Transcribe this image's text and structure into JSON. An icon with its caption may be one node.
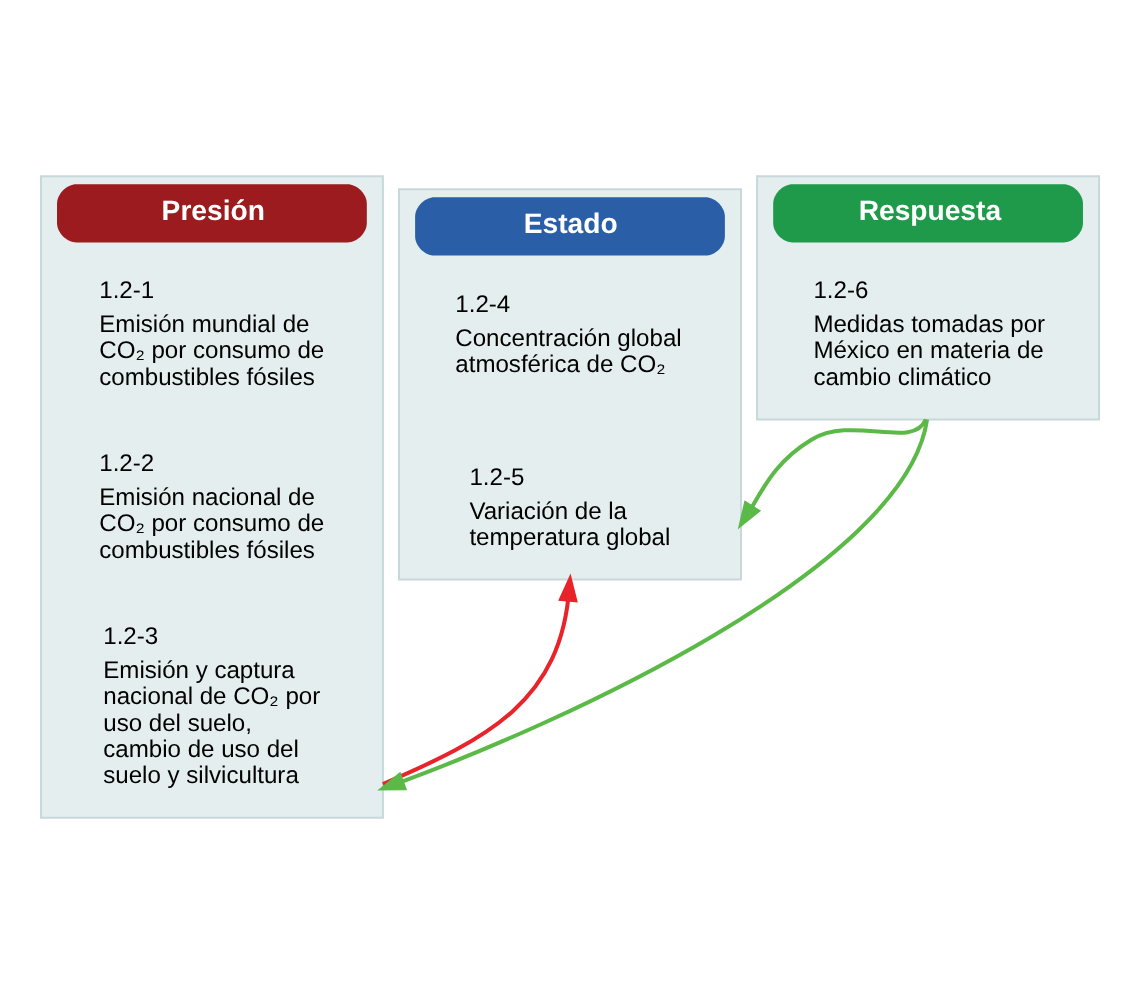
{
  "diagram": {
    "nodes": [
      {
        "text": [
          "Presión"
        ]
      },
      {
        "text": [
          "1.2-1",
          "Emisión mundial de CO₂ por consumo de combustibles fósiles"
        ],
        "in": 0
      },
      {
        "text": [
          "1.2-2",
          "Emisión nacional de CO₂ por consumo de combustibles fósiles"
        ],
        "in": 0
      },
      {
        "text": [
          "1.2-3",
          "Emisión y captura nacional de CO₂ por uso del suelo, cambio de uso del suelo y silvicultura"
        ],
        "in": 0
      },
      {
        "text": [
          "Estado"
        ]
      },
      {
        "text": [
          "1.2-4",
          "Concentración global atmosférica de CO₂"
        ],
        "in": 4
      },
      {
        "text": [
          "1.2-5",
          "Variación de la temperatura global"
        ],
        "in": 4
      },
      {
        "text": [
          "Respuesta"
        ]
      },
      {
        "text": [
          "1.2-6",
          "Medidas tomadas por México en materia de cambio climático"
        ],
        "in": 7
      }
    ],
    "edges": [
      {
        "from": 0,
        "to": 4,
        "arrow": "to",
        "color": "#e8232a"
      },
      {
        "from": 7,
        "to": 4,
        "arrow": "to"
      },
      {
        "from": 7,
        "to": 0,
        "arrow": "to"
      }
    ]
  }
}
